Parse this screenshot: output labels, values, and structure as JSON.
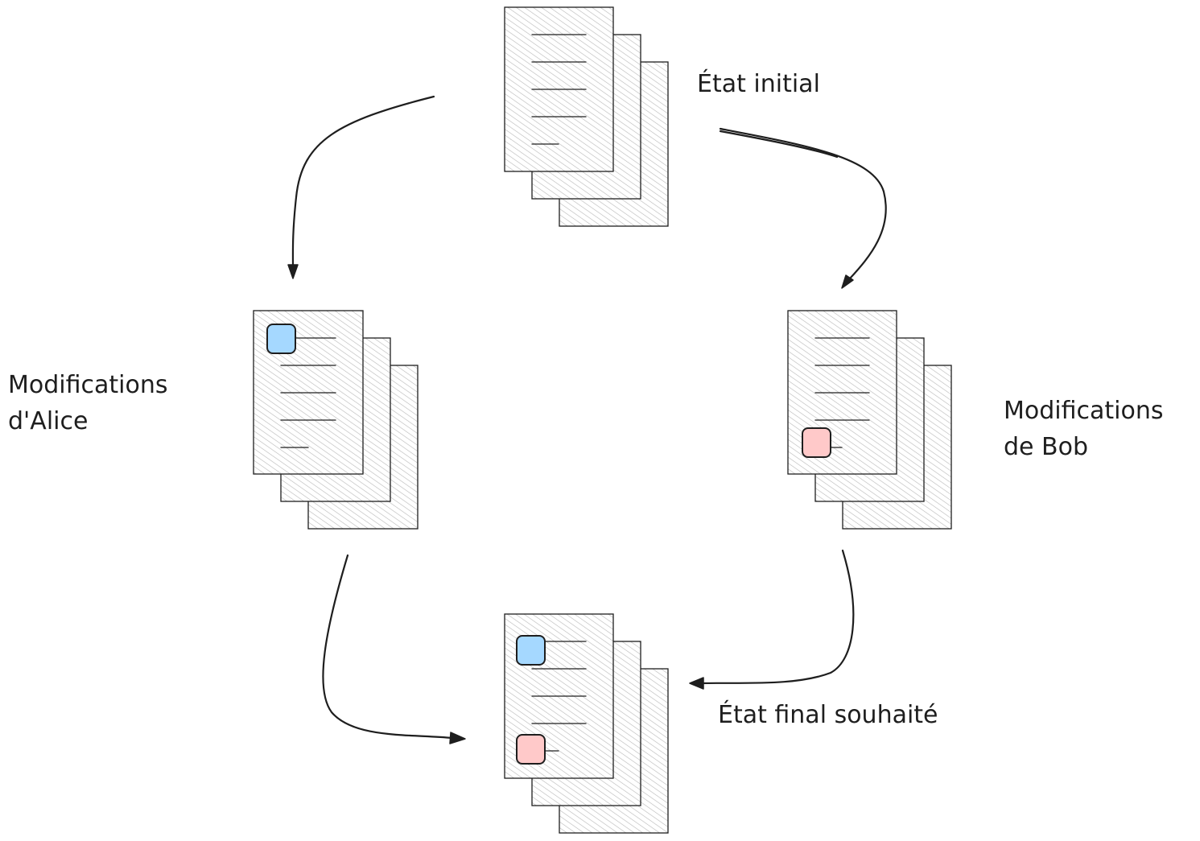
{
  "labels": {
    "initial": "État initial",
    "alice": [
      "Modifications",
      "d'Alice"
    ],
    "bob": [
      "Modifications",
      "de Bob"
    ],
    "final": "État final souhaité"
  },
  "colors": {
    "ink": "#1e1e1e",
    "hatch": "#b8b8b8",
    "alice_marker": "#a5d8ff",
    "bob_marker": "#ffc9c9"
  },
  "documents": [
    {
      "id": "initial",
      "markers": []
    },
    {
      "id": "alice",
      "markers": [
        "alice"
      ]
    },
    {
      "id": "bob",
      "markers": [
        "bob"
      ]
    },
    {
      "id": "final",
      "markers": [
        "alice",
        "bob"
      ]
    }
  ],
  "edges": [
    {
      "from": "initial",
      "to": "alice"
    },
    {
      "from": "initial",
      "to": "bob"
    },
    {
      "from": "alice",
      "to": "final"
    },
    {
      "from": "bob",
      "to": "final"
    }
  ]
}
